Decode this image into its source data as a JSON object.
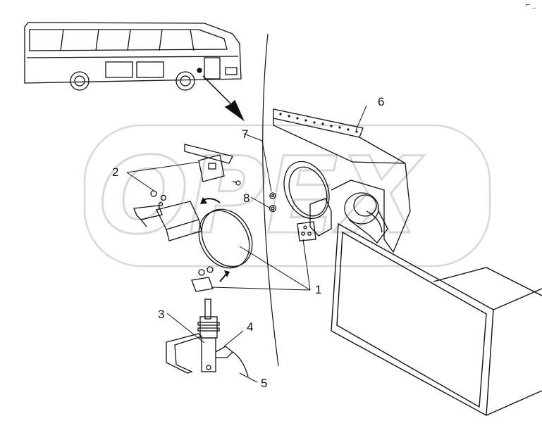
{
  "diagram": {
    "callouts": [
      {
        "id": "1",
        "label": "1"
      },
      {
        "id": "2",
        "label": "2"
      },
      {
        "id": "3",
        "label": "3"
      },
      {
        "id": "4",
        "label": "4"
      },
      {
        "id": "5",
        "label": "5"
      },
      {
        "id": "6",
        "label": "6"
      },
      {
        "id": "7",
        "label": "7"
      },
      {
        "id": "8",
        "label": "8"
      }
    ],
    "corner_mark": "⌐ _",
    "watermark": "OPEX"
  }
}
